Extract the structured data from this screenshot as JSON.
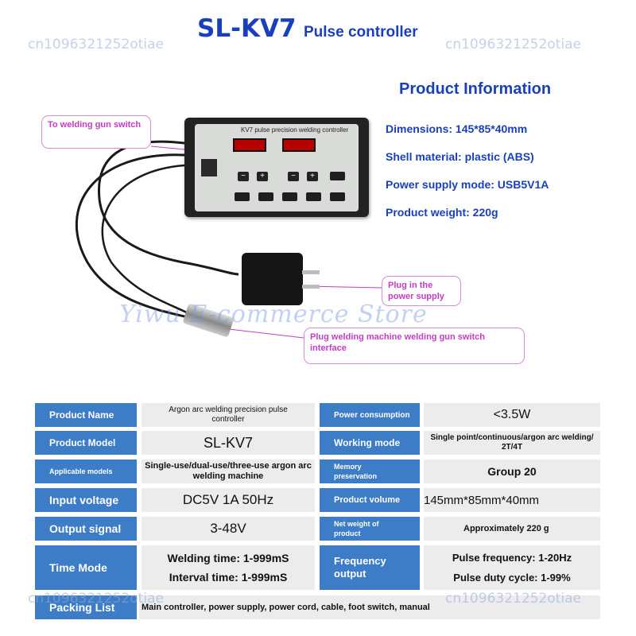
{
  "header": {
    "title": "SL-KV7",
    "subtitle": "Pulse controller"
  },
  "watermarks": {
    "top_left": "cn1096321252otiae",
    "top_right": "cn1096321252otiae",
    "bottom_left": "cn1096321252otiae",
    "bottom_right": "cn1096321252otiae",
    "center": "Yiwu E-commerce Store"
  },
  "product_info": {
    "heading": "Product Information",
    "lines": [
      "Dimensions: 145*85*40mm",
      "Shell material: plastic (ABS)",
      "Power supply mode: USB5V1A",
      "Product weight: 220g"
    ]
  },
  "callouts": {
    "gun_switch": "To welding gun switch",
    "power_supply": "Plug in the power supply",
    "machine_plug": "Plug welding machine welding gun switch interface"
  },
  "device": {
    "panel_text": "KV7 pulse precision welding controller",
    "keys": [
      "−",
      "+",
      "−",
      "+"
    ]
  },
  "colors": {
    "brand_blue": "#1a3fbd",
    "label_blue": "#3d7cc6",
    "value_gray": "#ececec",
    "callout_magenta": "#c53bc5",
    "callout_border": "#d98ad9"
  },
  "specs": {
    "product_name_label": "Product Name",
    "product_name_value": "Argon arc welding precision pulse controller",
    "power_consumption_label": "Power consumption",
    "power_consumption_value": "<3.5W",
    "product_model_label": "Product Model",
    "product_model_value": "SL-KV7",
    "working_mode_label": "Working mode",
    "working_mode_value": "Single point/continuous/argon arc welding/ 2T/4T",
    "applicable_models_label": "Applicable models",
    "applicable_models_value": "Single-use/dual-use/three-use argon arc welding machine",
    "memory_label": "Memory preservation",
    "memory_value": "Group 20",
    "input_voltage_label": "Input voltage",
    "input_voltage_value": "DC5V 1A 50Hz",
    "product_volume_label": "Product volume",
    "product_volume_value": "145mm*85mm*40mm",
    "output_signal_label": "Output signal",
    "output_signal_value": "3-48V",
    "net_weight_label": "Net weight of product",
    "net_weight_value": "Approximately 220 g",
    "time_mode_label": "Time Mode",
    "welding_time": "Welding time: 1-999mS",
    "interval_time": "Interval time: 1-999mS",
    "frequency_output_label": "Frequency output",
    "pulse_frequency": "Pulse frequency: 1-20Hz",
    "pulse_duty": "Pulse duty cycle: 1-99%",
    "packing_list_label": "Packing List",
    "packing_list_value": "Main controller, power supply, power cord, cable, foot switch, manual"
  }
}
